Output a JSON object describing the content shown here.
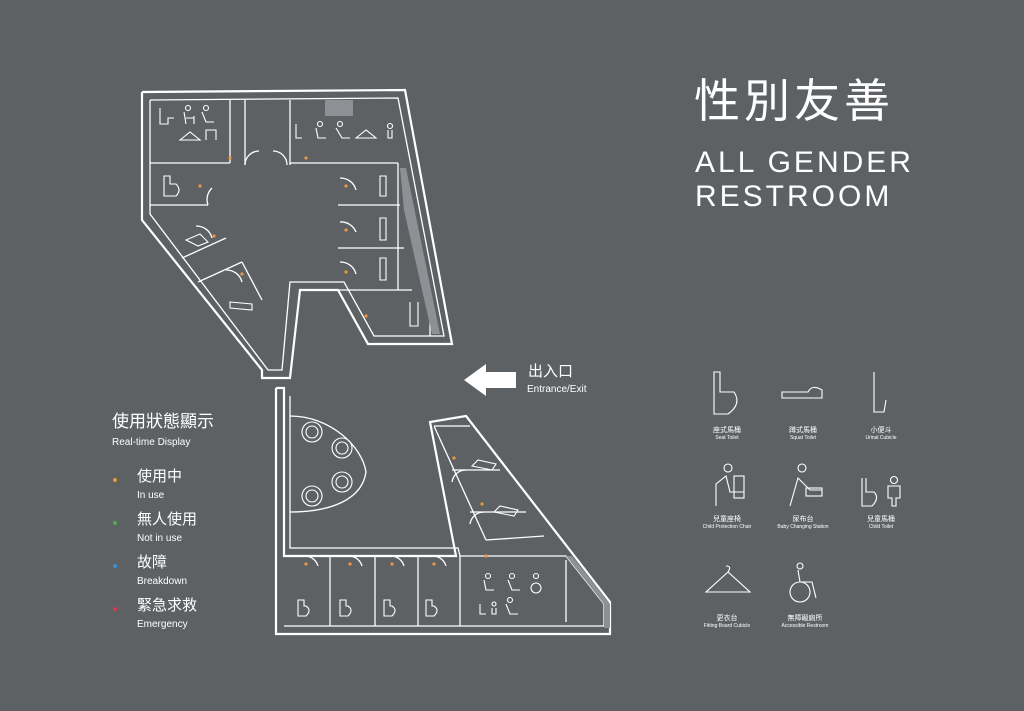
{
  "title": {
    "chinese": "性別友善",
    "english_line1": "ALL GENDER",
    "english_line2": "RESTROOM"
  },
  "legend": {
    "title": "使用狀態顯示",
    "subtitle": "Real-time Display",
    "items": [
      {
        "cn": "使用中",
        "en": "In use",
        "color": "#e89a3c"
      },
      {
        "cn": "無人使用",
        "en": "Not in use",
        "color": "#4fb04a"
      },
      {
        "cn": "故障",
        "en": "Breakdown",
        "color": "#3a8fd6"
      },
      {
        "cn": "緊急求救",
        "en": "Emergency",
        "color": "#d63a4a"
      }
    ]
  },
  "exit": {
    "cn": "出入口",
    "en": "Entrance/Exit"
  },
  "facilities": [
    {
      "cn": "座式馬桶",
      "en": "Seat Toilet",
      "icon": "seat-toilet-icon"
    },
    {
      "cn": "蹲式馬桶",
      "en": "Squat Toilet",
      "icon": "squat-toilet-icon"
    },
    {
      "cn": "小便斗",
      "en": "Urinal Cubicle",
      "icon": "urinal-icon"
    },
    {
      "cn": "兒童座椅",
      "en": "Child Protection Chair",
      "icon": "child-chair-icon"
    },
    {
      "cn": "尿布台",
      "en": "Baby Changing Station",
      "icon": "baby-changing-icon"
    },
    {
      "cn": "兒童馬桶",
      "en": "Child Toilet",
      "icon": "child-toilet-icon"
    },
    {
      "cn": "更衣台",
      "en": "Fitting Board Cubicle",
      "icon": "hanger-icon"
    },
    {
      "cn": "無障礙廁所",
      "en": "Accessible Restroom",
      "icon": "wheelchair-icon"
    }
  ],
  "map": {
    "status_dot_color": "#e89a3c"
  }
}
